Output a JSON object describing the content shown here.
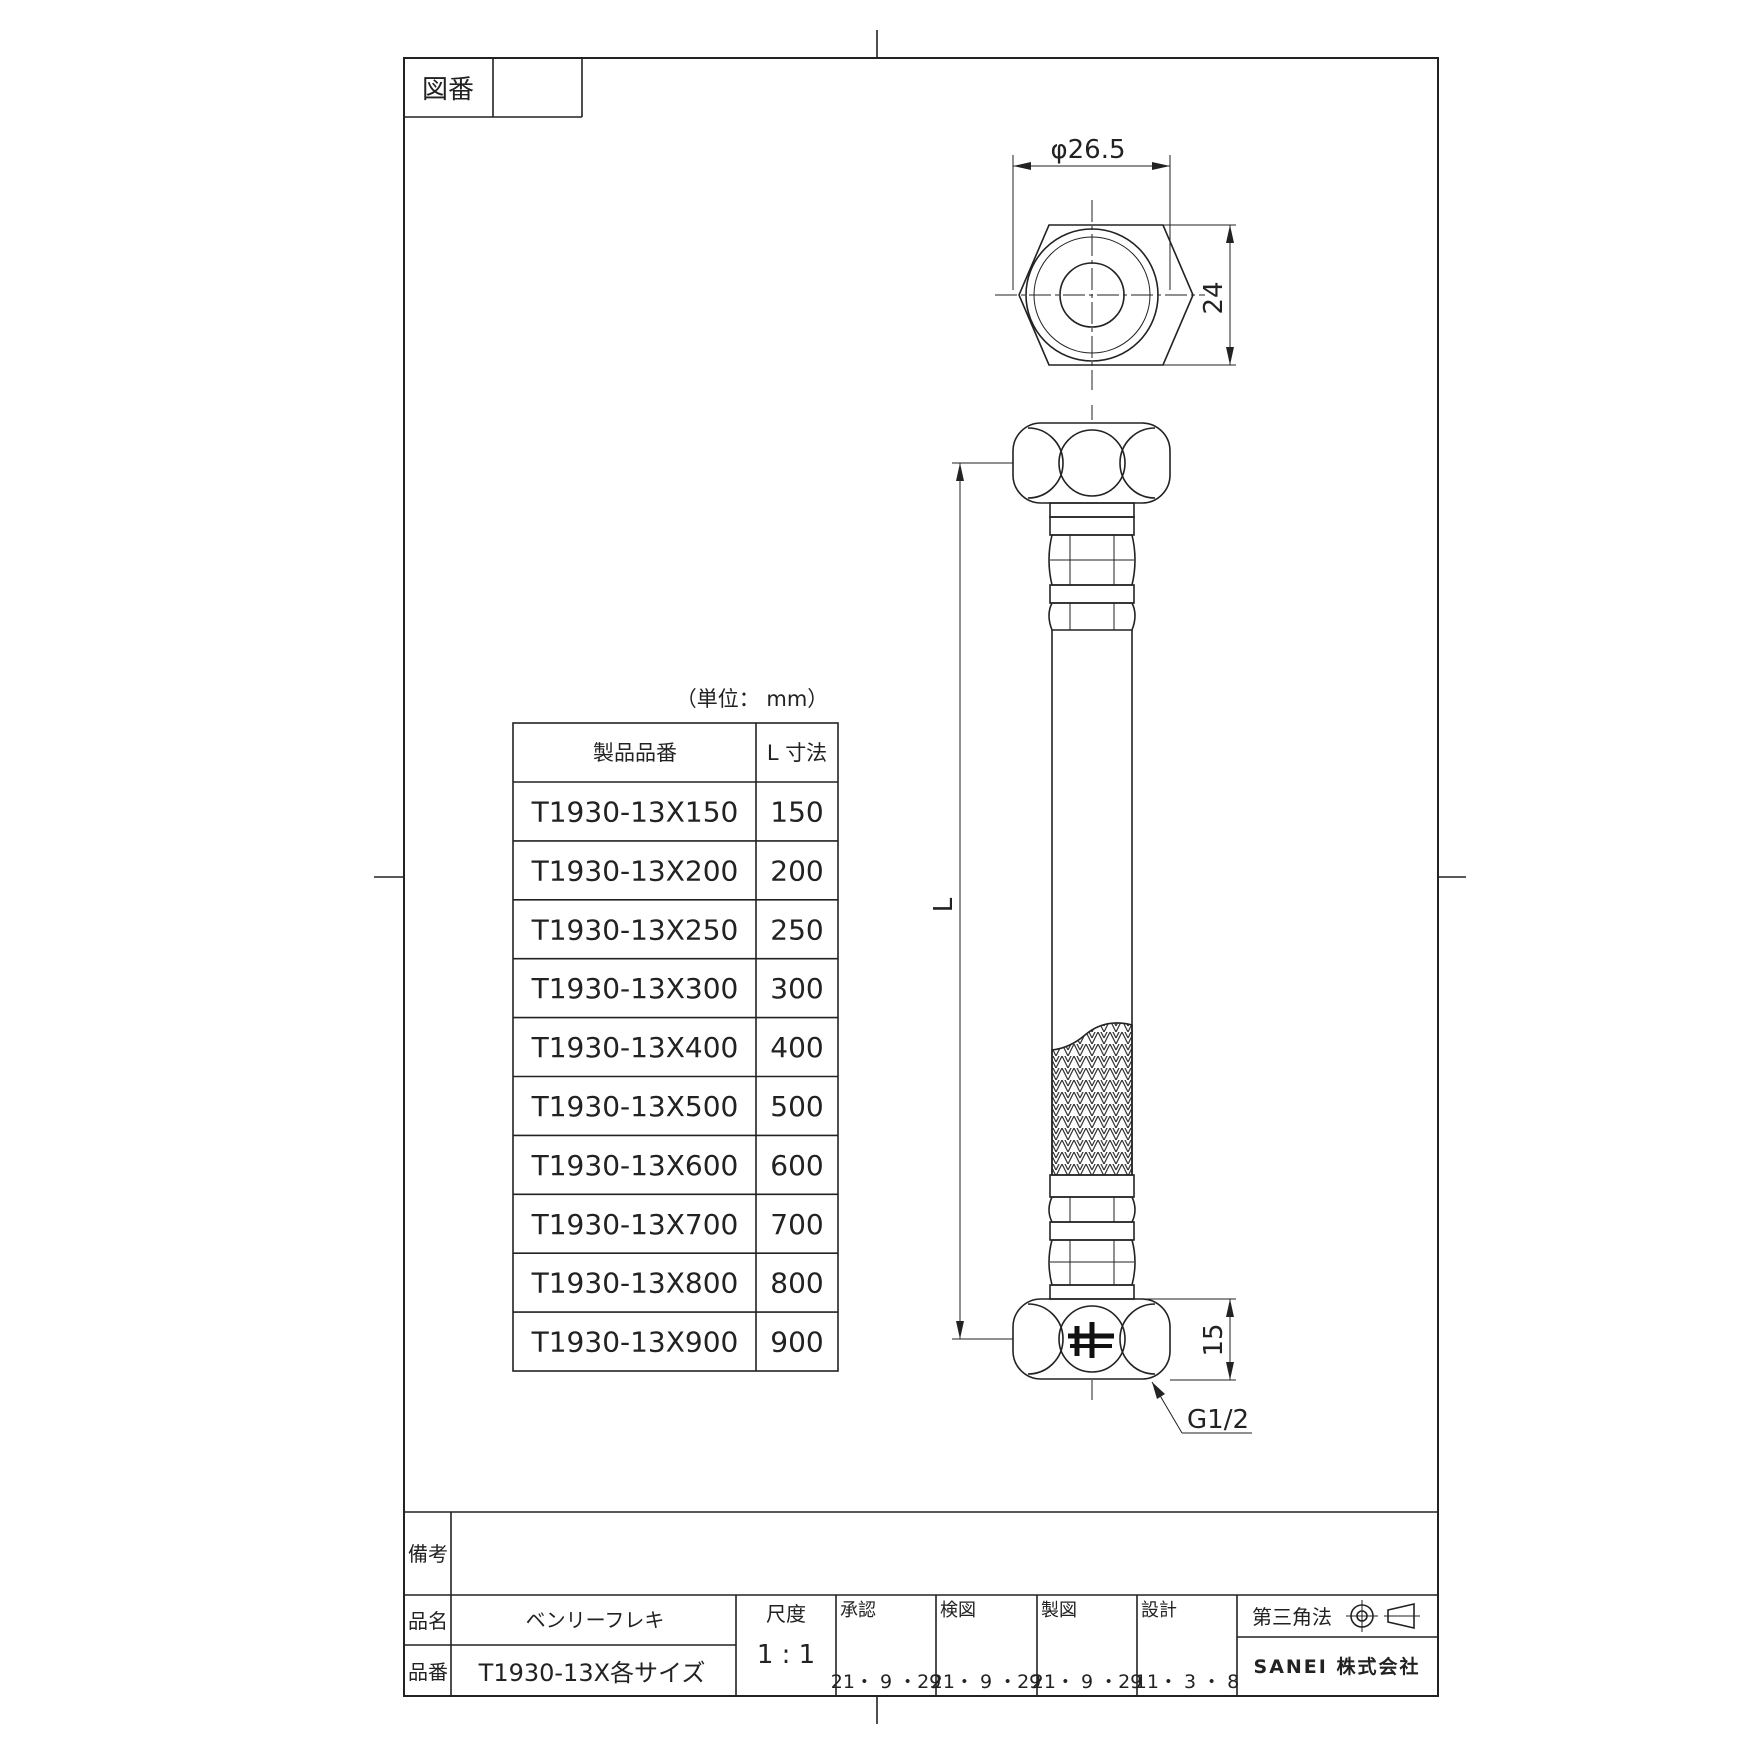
{
  "drawing_number": {
    "label": "図番",
    "value": ""
  },
  "dimensions": {
    "diameter": "φ26.5",
    "hex_height": "24",
    "length": "L",
    "thread_depth": "15",
    "thread": "G1/2"
  },
  "unit_note": "（単位：  mm）",
  "size_table": {
    "headers": [
      "製品品番",
      "L 寸法"
    ],
    "rows": [
      [
        "T1930-13X150",
        "150"
      ],
      [
        "T1930-13X200",
        "200"
      ],
      [
        "T1930-13X250",
        "250"
      ],
      [
        "T1930-13X300",
        "300"
      ],
      [
        "T1930-13X400",
        "400"
      ],
      [
        "T1930-13X500",
        "500"
      ],
      [
        "T1930-13X600",
        "600"
      ],
      [
        "T1930-13X700",
        "700"
      ],
      [
        "T1930-13X800",
        "800"
      ],
      [
        "T1930-13X900",
        "900"
      ]
    ]
  },
  "title_block": {
    "remarks_label": "備考",
    "remarks_value": "",
    "name_label": "品名",
    "name_value": "ベンリーフレキ",
    "number_label": "品番",
    "number_value": "T1930-13X各サイズ",
    "scale_label": "尺度",
    "scale_value": "1 : 1",
    "approvals": [
      {
        "label": "承認",
        "date": "21・ 9 ・29"
      },
      {
        "label": "検図",
        "date": "21・ 9 ・29"
      },
      {
        "label": "製図",
        "date": "21・ 9 ・29"
      },
      {
        "label": "設計",
        "date": "11・ 3 ・ 8"
      }
    ],
    "projection": "第三角法",
    "company": "SANEI 株式会社"
  }
}
